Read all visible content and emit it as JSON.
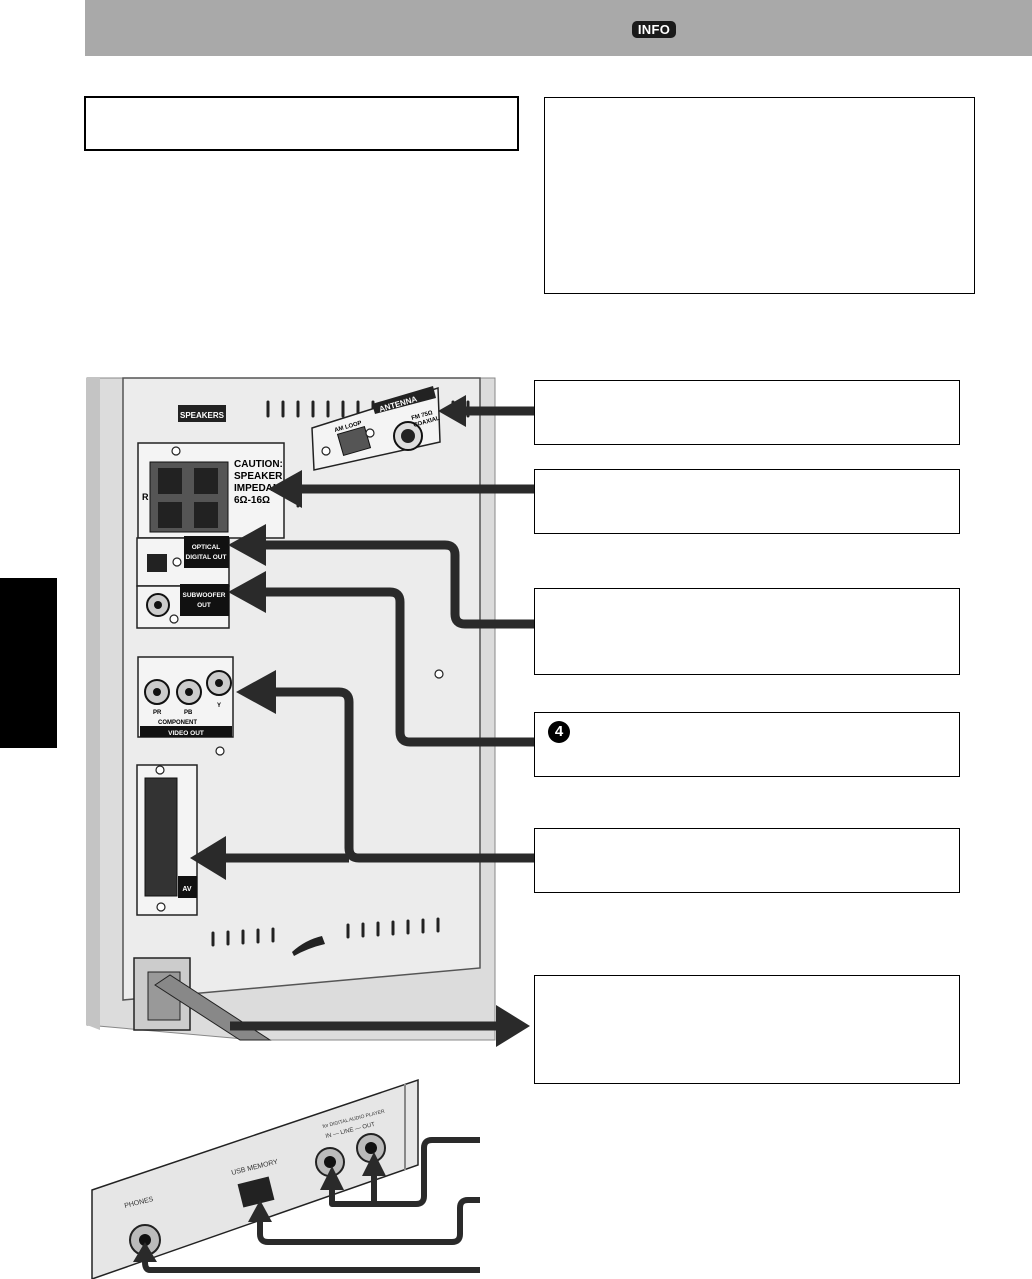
{
  "header": {
    "badge": "INFO"
  },
  "callouts": {
    "step_number": "4"
  },
  "rear_panel": {
    "speakers_label": "SPEAKERS",
    "caution_line1": "CAUTION:",
    "caution_line2": "SPEAKER",
    "caution_line3": "IMPEDANCE",
    "caution_line4": "6Ω-16Ω",
    "right_channel": "R",
    "antenna_label": "ANTENNA",
    "am_loop_label": "AM LOOP",
    "fm_label_1": "FM 75Ω",
    "fm_label_2": "COAXIAL",
    "optical_line1": "OPTICAL",
    "optical_line2": "DIGITAL OUT",
    "subwoofer_line1": "SUBWOOFER",
    "subwoofer_line2": "OUT",
    "component_pr": "PR",
    "component_pb": "PB",
    "component_y": "Y",
    "component_label": "COMPONENT",
    "video_out_label": "VIDEO OUT",
    "av_label": "AV"
  },
  "front_panel": {
    "phones_label": "PHONES",
    "usb_label": "USB MEMORY",
    "digital_audio_label": "for DIGITAL AUDIO PLAYER",
    "line_label": "IN — LINE — OUT"
  },
  "colors": {
    "header_gray": "#a9a9a9",
    "panel_gray": "#e6e6e6",
    "label_black": "#000000"
  }
}
